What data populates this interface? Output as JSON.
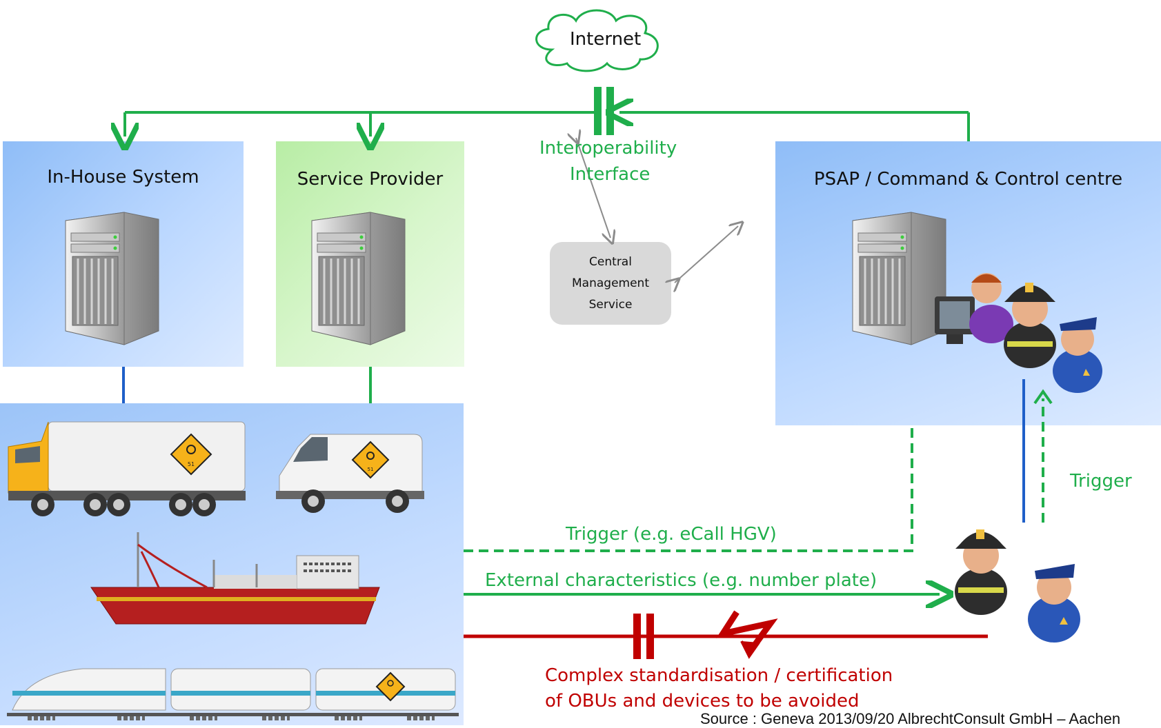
{
  "internet": {
    "label": "Internet"
  },
  "interface": {
    "line1": "Interoperability",
    "line2": "Interface"
  },
  "central": {
    "line1": "Central",
    "line2": "Management",
    "line3": "Service"
  },
  "boxes": {
    "inhouse": "In-House System",
    "service_provider": "Service Provider",
    "psap": "PSAP / Command & Control centre"
  },
  "labels": {
    "trigger_ecall": "Trigger (e.g. eCall HGV)",
    "external": "External characteristics (e.g. number plate)",
    "trigger": "Trigger",
    "complex_line1": "Complex standardisation / certification",
    "complex_line2": "of OBUs and devices to be avoided"
  },
  "source": "Source : Geneva 2013/09/20 AlbrechtConsult  GmbH – Aachen",
  "hazard_number": "51",
  "colors": {
    "green": "#1fae4b",
    "red": "#c00000",
    "blue": "#1f5fc8",
    "grey": "#8c8c8c"
  },
  "icons": [
    "cloud-icon",
    "server-icon",
    "operator-icon",
    "firefighter-icon",
    "police-icon",
    "truck-icon",
    "van-icon",
    "ship-icon",
    "train-icon",
    "hazard-icon",
    "lightning-icon"
  ]
}
